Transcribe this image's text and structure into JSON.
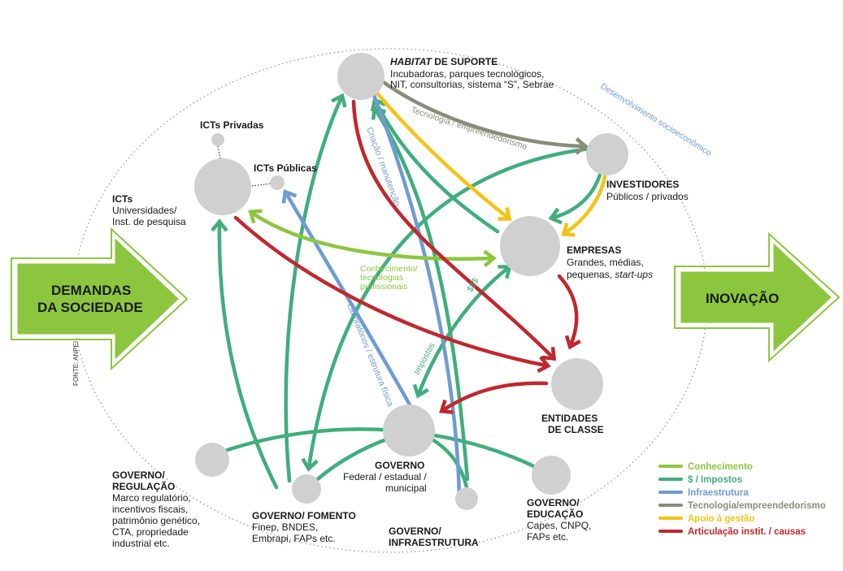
{
  "colors": {
    "conhecimento": "#8cc63f",
    "dinheiro": "#3fae7c",
    "infraestrutura": "#6f9bd1",
    "tecnologia": "#8b8b7a",
    "apoio": "#f5c316",
    "articulacao": "#c1272d",
    "node": "#d0d0d0",
    "arrow_fill": "#8cc63f",
    "ellipse": "#9a9a9a",
    "ellipse_label": "#6f9bd1"
  },
  "left_arrow": {
    "line1": "DEMANDAS",
    "line2": "DA SOCIEDADE"
  },
  "right_arrow": {
    "label": "INOVAÇÃO"
  },
  "source_note": "FONTE: ANPEI",
  "ellipse_label": "Desenvolvimento socioeconômico",
  "nodes": {
    "habitat": {
      "title_italic": "HABITAT",
      "title_rest": " DE SUPORTE",
      "line1": "Incubadoras, parques tecnológicos,",
      "line2": "NIT, consultorias, sistema “S”, Sebrae"
    },
    "icts_privadas": {
      "title": "ICTs Privadas"
    },
    "icts_publicas": {
      "title": "ICTs Públicas"
    },
    "icts": {
      "title": "ICTs",
      "line1": "Universidades/",
      "line2": "Inst. de pesquisa"
    },
    "investidores": {
      "title": "INVESTIDORES",
      "line1": "Públicos / privados"
    },
    "empresas": {
      "title": "EMPRESAS",
      "line1": "Grandes, médias,",
      "line2_prefix": "pequenas, ",
      "line2_italic": "start-ups"
    },
    "entidades": {
      "line1": "ENTIDADES",
      "line2": "DE CLASSE"
    },
    "gov_regulacao": {
      "title1": "GOVERNO/",
      "title2": "REGULAÇÃO",
      "lines": [
        "Marco regulatório,",
        "incentivos fiscais,",
        "patrimônio genético,",
        "CTA, propriedade",
        "industrial etc."
      ]
    },
    "gov_fomento": {
      "title": "GOVERNO/ FOMENTO",
      "line1": "Finep, BNDES,",
      "line2": "Embrapi, FAPs etc."
    },
    "governo": {
      "title": "GOVERNO",
      "line1": "Federal / estadual /",
      "line2": "municipal"
    },
    "gov_infra": {
      "title1": "GOVERNO/",
      "title2": "INFRAESTRUTURA"
    },
    "gov_educacao": {
      "title1": "GOVERNO/",
      "title2": "EDUCAÇÃO",
      "line1": "Capes, CNPQ,",
      "line2": "FAPs etc."
    }
  },
  "edge_labels": {
    "tecnologia": "Tecnologia / empreendedorismo",
    "criacao": "Criação / manutenção",
    "conhecimento1": "Conhecimento/",
    "conhecimento2": "tecnologias",
    "conhecimento3": "profissionais",
    "dinheiro": "$$$",
    "impostos": "Impostos",
    "laboratorios": "Laboratórios / estrutura física"
  },
  "legend": [
    {
      "label": "Conhecimento",
      "color": "#8cc63f"
    },
    {
      "label": "$ / Impostos",
      "color": "#3fae7c"
    },
    {
      "label": "Infraestrutura",
      "color": "#6f9bd1"
    },
    {
      "label": "Tecnologia/empreendedorismo",
      "color": "#8b8b7a"
    },
    {
      "label": "Apoio à gestão",
      "color": "#f5c316"
    },
    {
      "label": "Articulação instit. / causas",
      "color": "#c1272d"
    }
  ]
}
